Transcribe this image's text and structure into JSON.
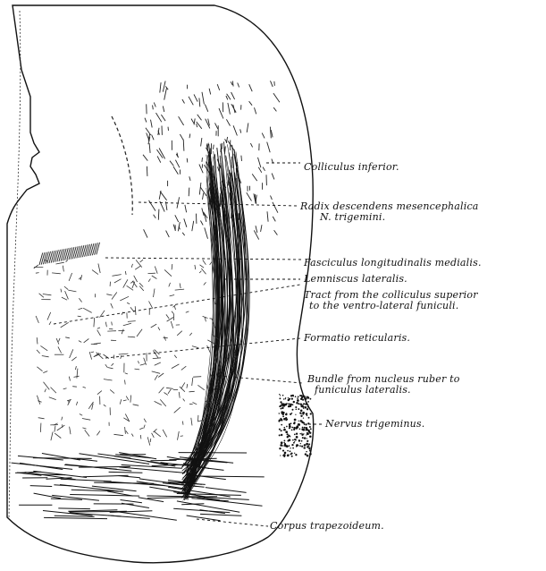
{
  "labels": {
    "colliculus_inferior": "Colliculus inferior.",
    "radix_line1": "Radix descendens mesencephalica",
    "radix_line2": "N. trigemini.",
    "fasciculus": "Fasciculus longitudinalis medialis.",
    "lemniscus": "Lemniscus lateralis.",
    "tract_line1": "Tract from the colliculus superior",
    "tract_line2": "to the ventro-lateral funiculi.",
    "formatio": "Formatio reticularis.",
    "bundle_line1": "Bundle from nucleus ruber to",
    "bundle_line2": "funiculus lateralis.",
    "nervus": "Nervus trigeminus.",
    "corpus": "Corpus trapezoideum."
  },
  "colors": {
    "ink": "#111111",
    "background": "#ffffff"
  }
}
